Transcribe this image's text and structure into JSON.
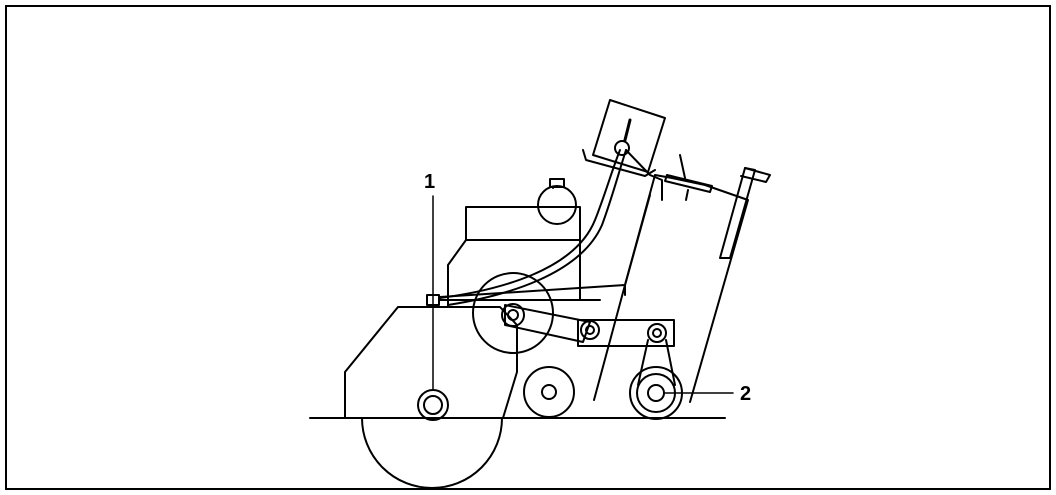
{
  "callouts": [
    {
      "label": "1",
      "target": "front-blade-arbor"
    },
    {
      "label": "2",
      "target": "rear-wheel-axle"
    }
  ],
  "colors": {
    "line": "#000000",
    "background": "#ffffff"
  }
}
